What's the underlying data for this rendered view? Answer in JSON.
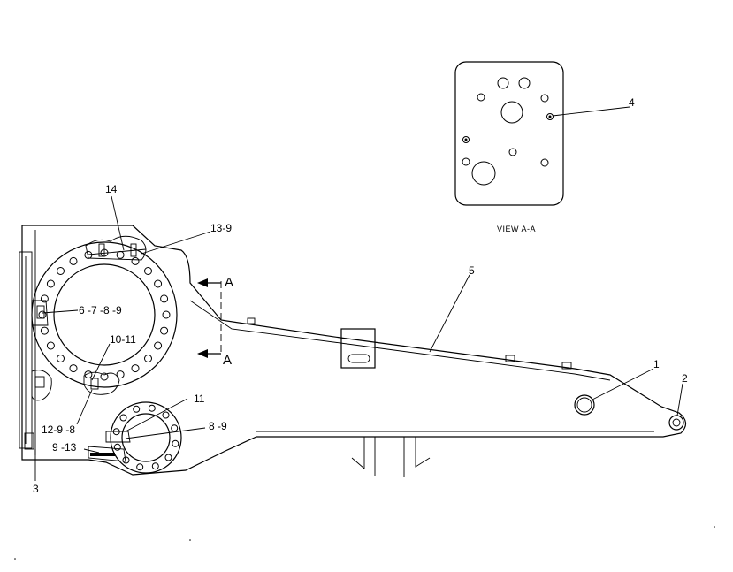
{
  "view_caption": "VIEW  A-A",
  "section_markers": [
    "A",
    "A"
  ],
  "callouts": {
    "c1": "1",
    "c2": "2",
    "c3": "3",
    "c4": "4",
    "c5": "5",
    "c6789": "6 -7 -8 -9",
    "c1011": "10-11",
    "c11": "11",
    "c1298": "12-9 -8",
    "c139": "13-9",
    "c14": "14",
    "c89": "8 -9",
    "c913": "9 -13"
  }
}
